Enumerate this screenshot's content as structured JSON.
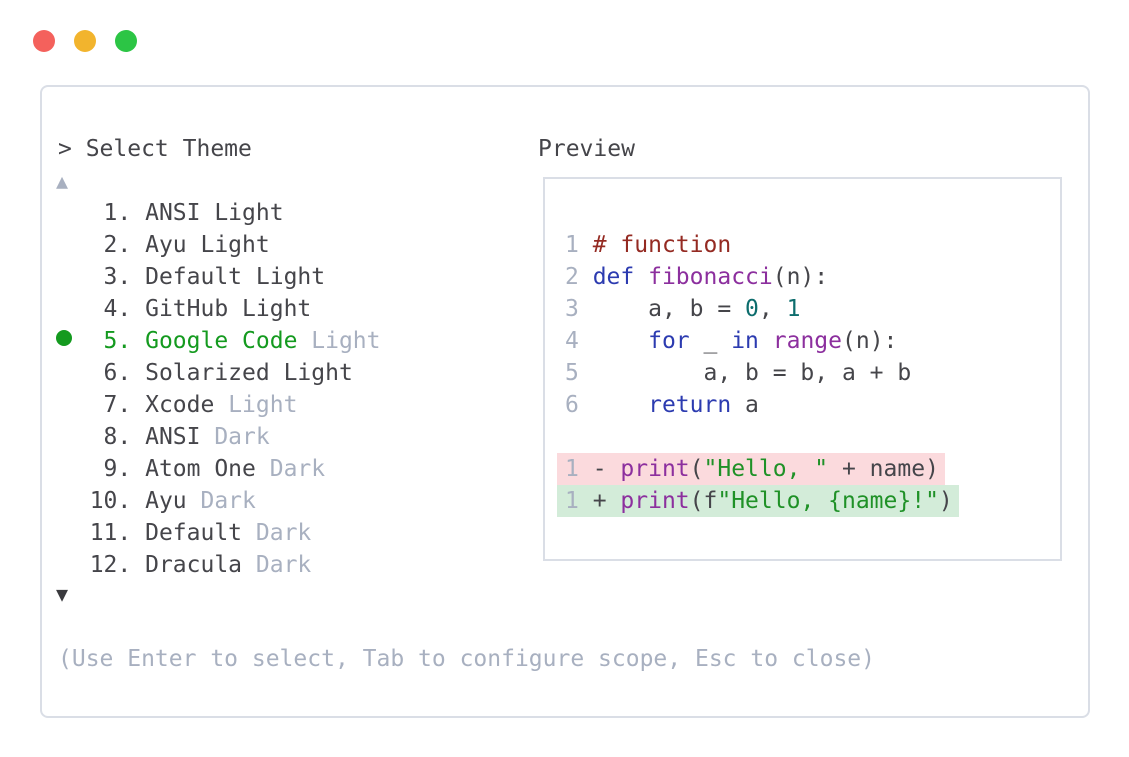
{
  "window": {
    "traffic_lights": [
      {
        "name": "close",
        "color": "#f4615c"
      },
      {
        "name": "minimize",
        "color": "#f2b42d"
      },
      {
        "name": "maximize",
        "color": "#2cc545"
      }
    ]
  },
  "header": {
    "select_theme_label": "> Select Theme",
    "preview_label": "Preview"
  },
  "scroll": {
    "up_marker": "▲",
    "down_marker": "▼"
  },
  "theme_list": {
    "items": [
      {
        "number": "1",
        "name": "ANSI Light",
        "muted_suffix": "",
        "selected": false
      },
      {
        "number": "2",
        "name": "Ayu Light",
        "muted_suffix": "",
        "selected": false
      },
      {
        "number": "3",
        "name": "Default Light",
        "muted_suffix": "",
        "selected": false
      },
      {
        "number": "4",
        "name": "GitHub Light",
        "muted_suffix": "",
        "selected": false
      },
      {
        "number": "5",
        "name": "Google Code",
        "muted_suffix": "Light",
        "selected": true
      },
      {
        "number": "6",
        "name": "Solarized Light",
        "muted_suffix": "",
        "selected": false
      },
      {
        "number": "7",
        "name": "Xcode",
        "muted_suffix": "Light",
        "selected": false
      },
      {
        "number": "8",
        "name": "ANSI",
        "muted_suffix": "Dark",
        "selected": false
      },
      {
        "number": "9",
        "name": "Atom One",
        "muted_suffix": "Dark",
        "selected": false
      },
      {
        "number": "10",
        "name": "Ayu",
        "muted_suffix": "Dark",
        "selected": false
      },
      {
        "number": "11",
        "name": "Default",
        "muted_suffix": "Dark",
        "selected": false
      },
      {
        "number": "12",
        "name": "Dracula",
        "muted_suffix": "Dark",
        "selected": false
      }
    ]
  },
  "preview": {
    "code_lines": [
      {
        "lineno": "1",
        "segments": [
          {
            "t": "# function",
            "c": "comment"
          }
        ]
      },
      {
        "lineno": "2",
        "segments": [
          {
            "t": "def",
            "c": "keyword"
          },
          {
            "t": " ",
            "c": "plain"
          },
          {
            "t": "fibonacci",
            "c": "func"
          },
          {
            "t": "(n):",
            "c": "plain"
          }
        ]
      },
      {
        "lineno": "3",
        "segments": [
          {
            "t": "    a, b = ",
            "c": "plain"
          },
          {
            "t": "0",
            "c": "num"
          },
          {
            "t": ", ",
            "c": "plain"
          },
          {
            "t": "1",
            "c": "num"
          }
        ]
      },
      {
        "lineno": "4",
        "segments": [
          {
            "t": "    ",
            "c": "plain"
          },
          {
            "t": "for",
            "c": "keyword"
          },
          {
            "t": " _ ",
            "c": "plain"
          },
          {
            "t": "in",
            "c": "keyword"
          },
          {
            "t": " ",
            "c": "plain"
          },
          {
            "t": "range",
            "c": "func"
          },
          {
            "t": "(n):",
            "c": "plain"
          }
        ]
      },
      {
        "lineno": "5",
        "segments": [
          {
            "t": "        a, b = b, a + b",
            "c": "plain"
          }
        ]
      },
      {
        "lineno": "6",
        "segments": [
          {
            "t": "    ",
            "c": "plain"
          },
          {
            "t": "return",
            "c": "keyword"
          },
          {
            "t": " a",
            "c": "plain"
          }
        ]
      },
      {
        "lineno": "",
        "segments": []
      },
      {
        "lineno": "1",
        "diff": "removed",
        "segments": [
          {
            "t": "- ",
            "c": "plain"
          },
          {
            "t": "print",
            "c": "func"
          },
          {
            "t": "(",
            "c": "plain"
          },
          {
            "t": "\"Hello, \"",
            "c": "string"
          },
          {
            "t": " + name)",
            "c": "plain"
          }
        ]
      },
      {
        "lineno": "1",
        "diff": "added",
        "segments": [
          {
            "t": "+ ",
            "c": "plain"
          },
          {
            "t": "print",
            "c": "func"
          },
          {
            "t": "(f",
            "c": "plain"
          },
          {
            "t": "\"Hello, {name}!\"",
            "c": "string"
          },
          {
            "t": ")",
            "c": "plain"
          }
        ]
      }
    ]
  },
  "footer": {
    "hint": "(Use Enter to select, Tab to configure scope, Esc to close)"
  },
  "colors": {
    "border": "#dadee6",
    "text_dark": "#45454a",
    "muted": "#a8b0c0",
    "green": "#149a1f",
    "comment": "#942a22",
    "keyword": "#2c3bb0",
    "func": "#8c2f9e",
    "literal": "#0d6d6d",
    "string": "#1f9127",
    "removed_bg": "#fbdadd",
    "added_bg": "#d3ecd9"
  }
}
